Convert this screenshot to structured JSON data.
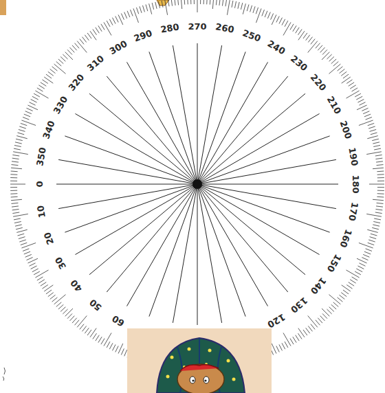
{
  "diagram": {
    "labels": [
      "0",
      "10",
      "20",
      "30",
      "40",
      "50",
      "60",
      "120",
      "130",
      "140",
      "150",
      "160",
      "170",
      "180",
      "190",
      "200",
      "210",
      "220",
      "230",
      "240",
      "250",
      "260",
      "270",
      "280",
      "290",
      "300",
      "310",
      "320",
      "330",
      "340",
      "350"
    ]
  }
}
